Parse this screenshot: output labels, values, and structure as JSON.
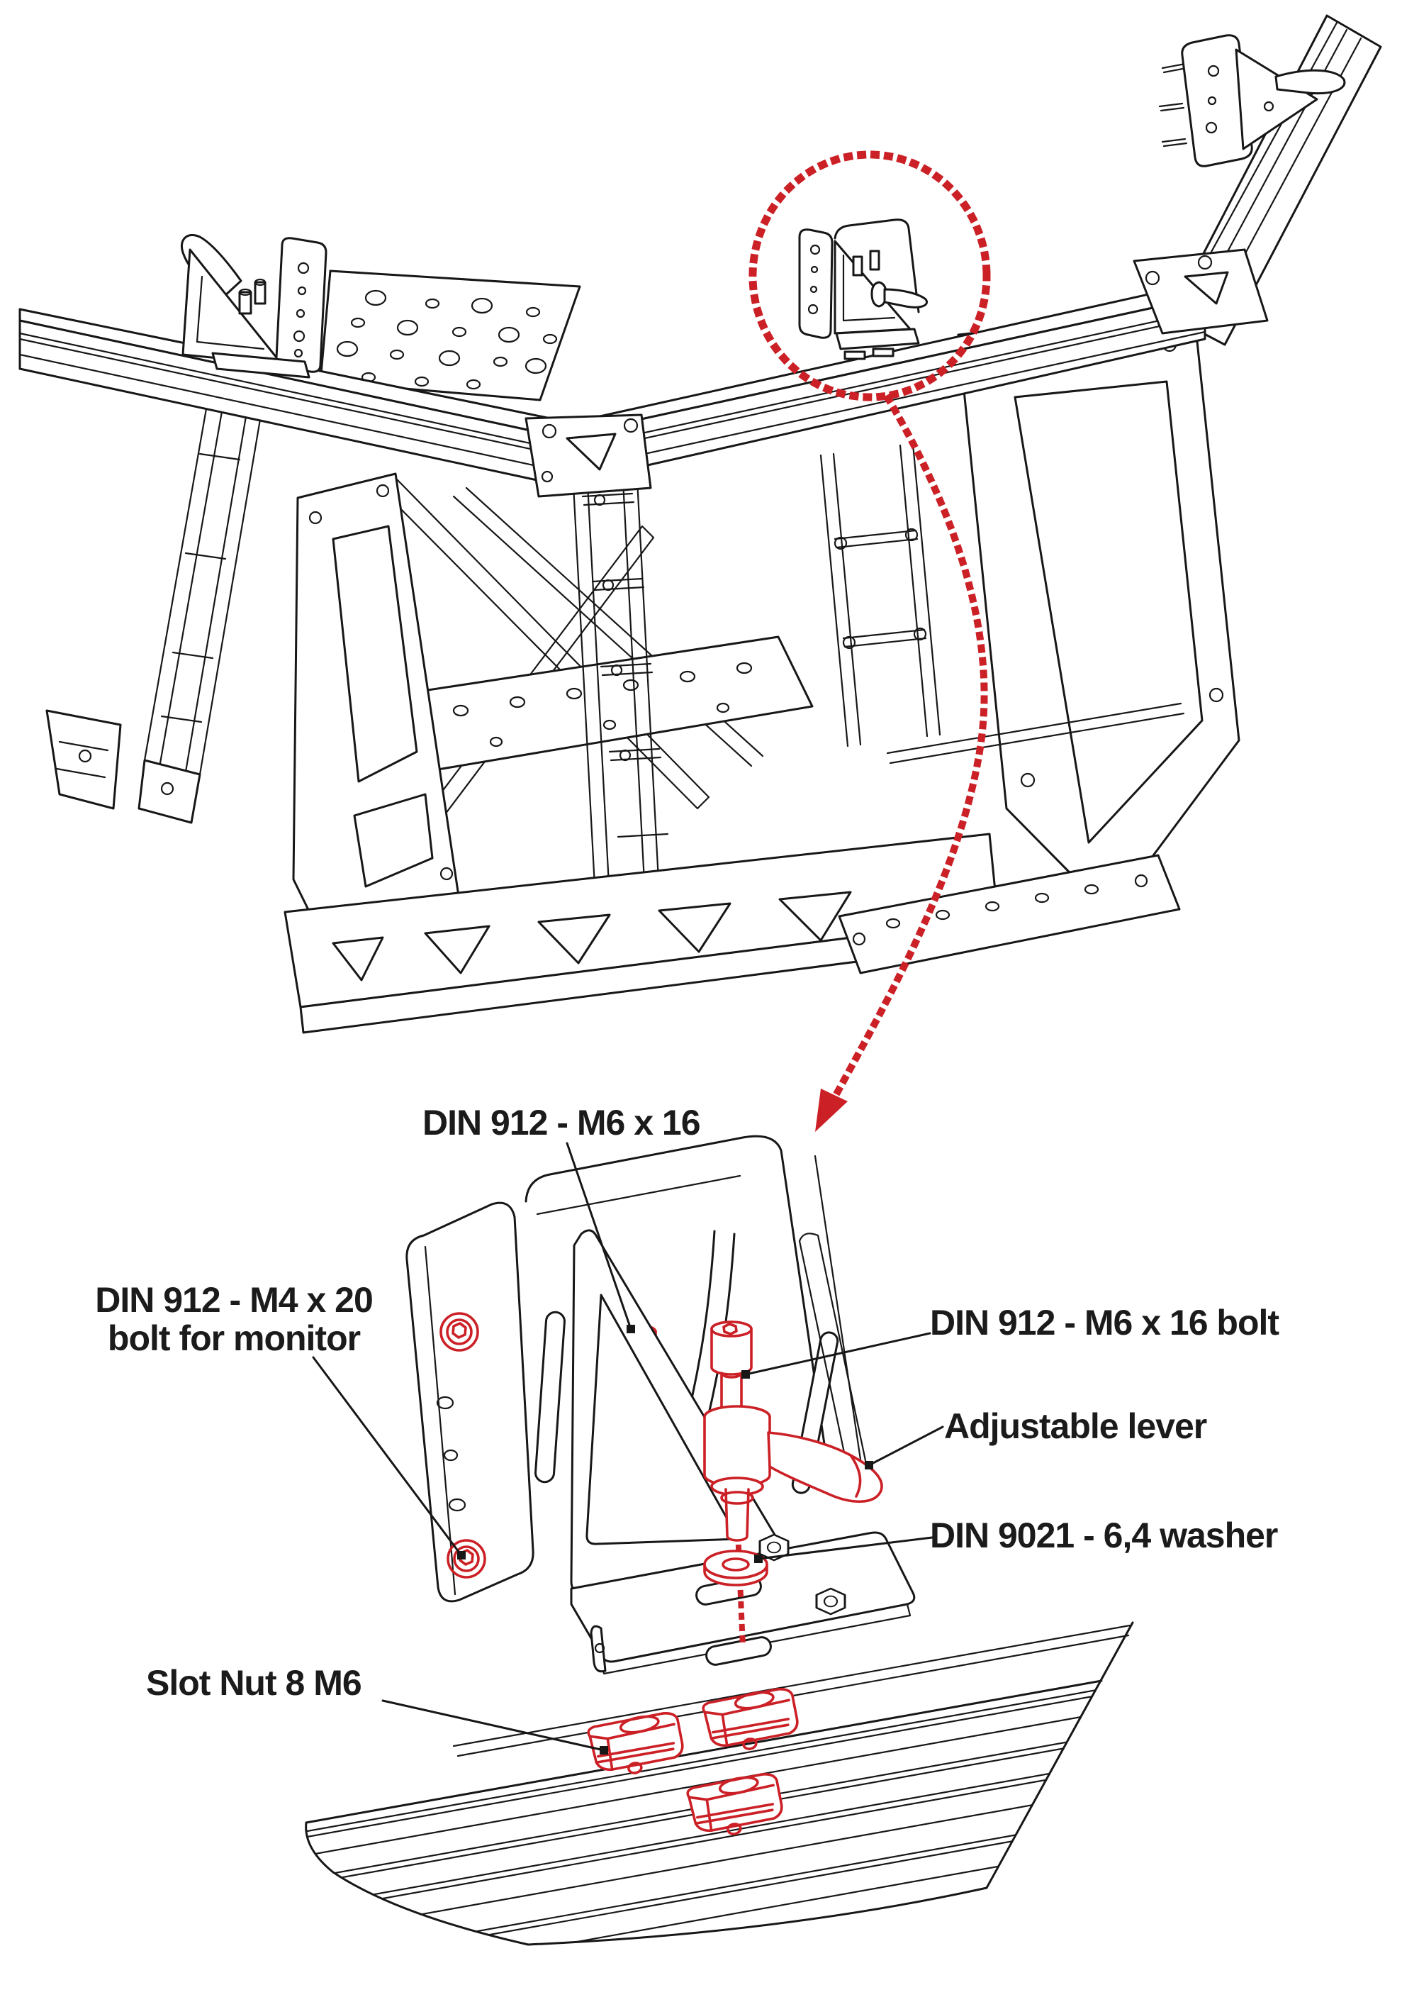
{
  "figure": {
    "kind": "assembly-instruction-diagram",
    "subject": "sim-rig monitor bracket mounting on aluminium profile",
    "views": [
      "isometric-overview-frame",
      "exploded-detail-monitor-bracket"
    ],
    "highlight_marks": [
      "dotted-circle-around-bracket",
      "dotted-curved-arrow-to-detail-view"
    ]
  },
  "colors": {
    "accent": "#CB2026",
    "ink": "#171717",
    "text": "#1B1B1B",
    "background": "#FFFFFF"
  },
  "callouts": {
    "din912_m6x16": {
      "label": "DIN 912 - M6 x 16",
      "points_to": "socket-head-bolt-left"
    },
    "din912_m4x20": {
      "label": "DIN 912 - M4 x 20",
      "label_line2": "bolt for monitor",
      "points_to": "monitor-plate-bolt"
    },
    "din912_m6x16_bolt": {
      "label": "DIN 912 - M6 x 16 bolt",
      "points_to": "socket-head-bolt-right"
    },
    "adjustable_lever": {
      "label": "Adjustable lever",
      "points_to": "adjustable-lever"
    },
    "din9021_washer": {
      "label": "DIN 9021 - 6,4 washer",
      "points_to": "flat-washer"
    },
    "slot_nut": {
      "label": "Slot Nut 8 M6",
      "points_to": "slot-nut"
    }
  },
  "red_parts": [
    "din912-bolt",
    "din912-bolt",
    "adjustable-lever",
    "din9021-washer",
    "din9021-washer",
    "slot-nut",
    "slot-nut",
    "slot-nut",
    "m4-monitor-bolt",
    "m4-monitor-bolt"
  ]
}
